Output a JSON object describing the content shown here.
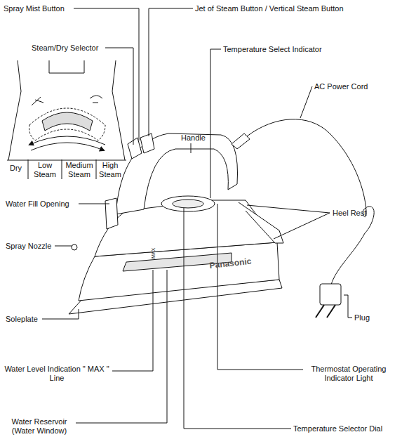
{
  "diagram": {
    "labels": [
      "Spray Mist Button",
      "Jet of Steam Button / Vertical Steam Button",
      "Steam/Dry Selector",
      "Temperature Select Indicator",
      "AC Power Cord",
      "Handle",
      "Dry",
      "Low Steam",
      "Medium Steam",
      "High Steam",
      "Water Fill Opening",
      "Heel Rest",
      "Spray Nozzle",
      "Panasonic",
      "Plug",
      "Soleplate",
      "Water Level Indication \" MAX \" Line",
      "Thermostat Operating Indicator Light",
      "Water Reservoir (Water Window)",
      "Temperature Selector Dial",
      "MAX"
    ]
  }
}
